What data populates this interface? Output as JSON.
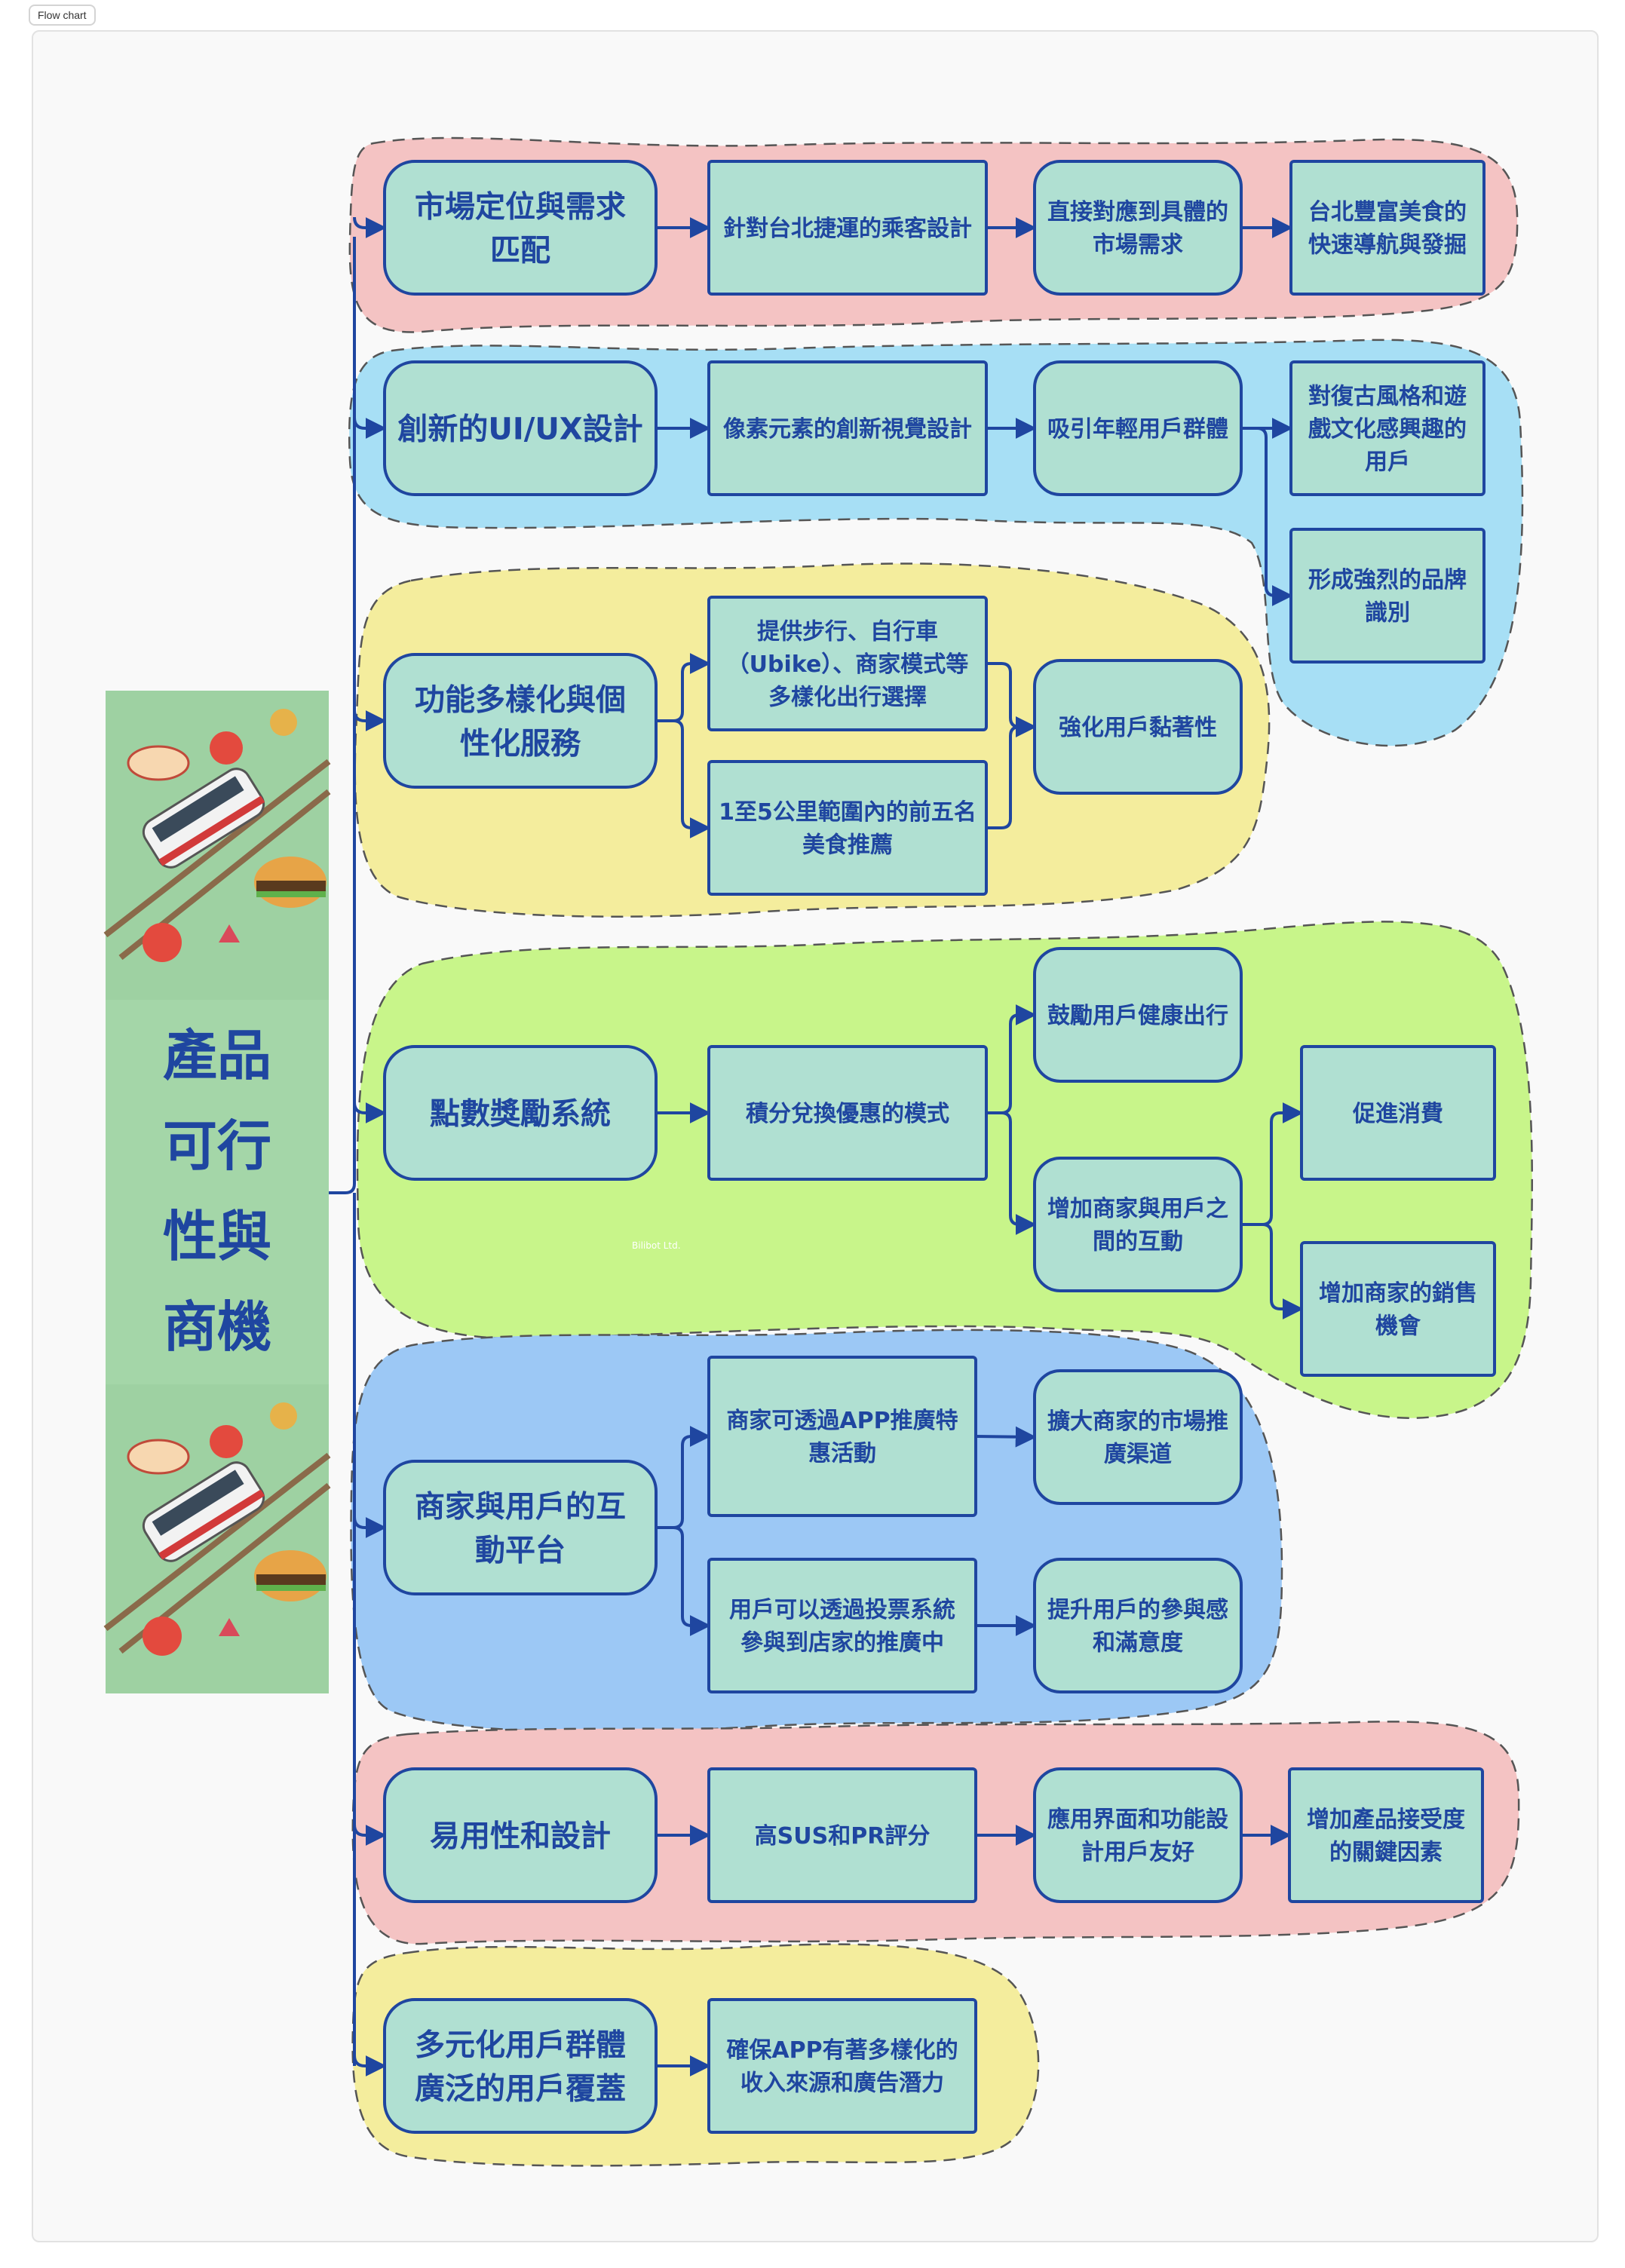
{
  "app": {
    "title": "Flow chart"
  },
  "diagram": {
    "root": {
      "lines": [
        "產品",
        "可行",
        "性與",
        "商機"
      ]
    },
    "watermark": "Bilibot Ltd.",
    "nodes": {
      "n1": [
        "市場定位與需求",
        "匹配"
      ],
      "n1a": [
        "針對台北捷運的乘客設計"
      ],
      "n1b": [
        "直接對應到具體的",
        "市場需求"
      ],
      "n1c": [
        "台北豐富美食的",
        "快速導航與發掘"
      ],
      "n2": [
        "創新的UI/UX設計"
      ],
      "n2a": [
        "像素元素的創新視覺設計"
      ],
      "n2b": [
        "吸引年輕用戶群體"
      ],
      "n2c": [
        "對復古風格和遊",
        "戲文化感興趣的",
        "用戶"
      ],
      "n2d": [
        "形成強烈的品牌",
        "識別"
      ],
      "n3": [
        "功能多樣化與個",
        "性化服務"
      ],
      "n3a": [
        "提供步行、自行車",
        "（Ubike）、商家模式等",
        "多樣化出行選擇"
      ],
      "n3b": [
        "1至5公里範圍內的前五名",
        "美食推薦"
      ],
      "n3c": [
        "強化用戶黏著性"
      ],
      "n4": [
        "點數獎勵系統"
      ],
      "n4a": [
        "積分兌換優惠的模式"
      ],
      "n4b": [
        "鼓勵用戶健康出行"
      ],
      "n4c": [
        "增加商家與用戶之",
        "間的互動"
      ],
      "n4d": [
        "促進消費"
      ],
      "n4e": [
        "增加商家的銷售",
        "機會"
      ],
      "n5": [
        "商家與用戶的互",
        "動平台"
      ],
      "n5a": [
        "商家可透過APP推廣特",
        "惠活動"
      ],
      "n5b": [
        "用戶可以透過投票系統",
        "參與到店家的推廣中"
      ],
      "n5c": [
        "擴大商家的市場推",
        "廣渠道"
      ],
      "n5d": [
        "提升用戶的參與感",
        "和滿意度"
      ],
      "n6": [
        "易用性和設計"
      ],
      "n6a": [
        "高SUS和PR評分"
      ],
      "n6b": [
        "應用界面和功能設",
        "計用戶友好"
      ],
      "n6c": [
        "增加產品接受度",
        "的關鍵因素"
      ],
      "n7": [
        "多元化用戶群體",
        "廣泛的用戶覆蓋"
      ],
      "n7a": [
        "確保APP有著多樣化的",
        "收入來源和廣告潛力"
      ]
    },
    "colors": {
      "node_fill": "#b0e0d2",
      "node_stroke": "#1f46a0",
      "text": "#1f46a0",
      "group_pink": "#f4c3c3",
      "group_blue": "#a7dff5",
      "group_yellow": "#f4ed9d",
      "group_green": "#c8f58a",
      "group_midblue": "#9cc8f5",
      "root_bg": "#a4d6a8"
    }
  }
}
